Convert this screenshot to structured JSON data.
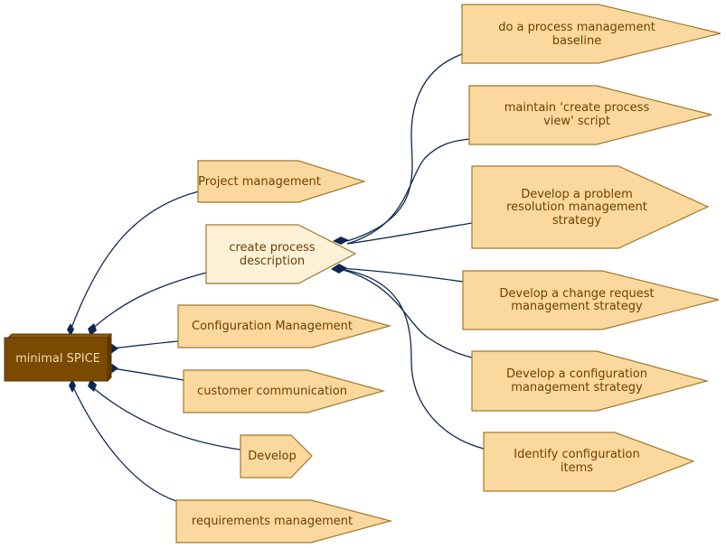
{
  "root": {
    "label": "minimal SPICE"
  },
  "level1": {
    "project_management": "Project management",
    "create_process": [
      "create process",
      "description"
    ],
    "configuration_management": "Configuration Management",
    "customer_communication": "customer communication",
    "develop": "Develop",
    "requirements_management": "requirements management"
  },
  "level2": {
    "pm_baseline": [
      "do a process management",
      "baseline"
    ],
    "maintain_script": [
      "maintain 'create process",
      "view' script"
    ],
    "problem_resolution": [
      "Develop a problem",
      "resolution management",
      "strategy"
    ],
    "change_request": [
      "Develop a change request",
      "management strategy"
    ],
    "config_strategy": [
      "Develop a configuration",
      "management strategy"
    ],
    "config_items": [
      "Identify configuration",
      "items"
    ]
  },
  "colors": {
    "root_fill": "#7a4a00",
    "node_fill": "#fad89e",
    "highlight_fill": "#fff0d8",
    "edge": "#0d2850",
    "text": "#6b4300"
  }
}
